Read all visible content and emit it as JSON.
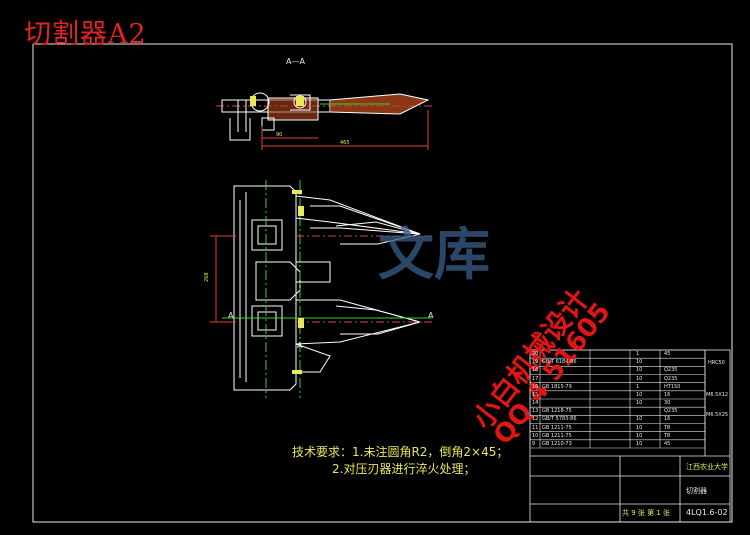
{
  "title": "切割器A2",
  "section_label": "A—A",
  "cut_marks": [
    "A",
    "A",
    "A"
  ],
  "dims": {
    "top_left": "90",
    "top_right": "465",
    "side": "268"
  },
  "tech_req": {
    "line1": "技术要求：1.未注圆角R2，倒角2×45；",
    "line2": "2.对压刃器进行淬火处理；"
  },
  "watermark": {
    "site_text": "文库",
    "red_line1": "小白机械设计",
    "red_line2": "QQ 4 51605"
  },
  "title_block": {
    "school": "江西农业大学",
    "drawing_name": "切割器",
    "drawing_no": "4LQ1.6-02",
    "sheet": "共 9 张 第 1 张",
    "right_notes": [
      "HRC50",
      "M6.5X12",
      "M6.5X25"
    ]
  },
  "bom_rows": [
    {
      "no": "20",
      "code": "",
      "name": "",
      "qty": "1",
      "mat": "45"
    },
    {
      "no": "19",
      "code": "GB/T 6184-86",
      "name": "",
      "qty": "10",
      "mat": ""
    },
    {
      "no": "18",
      "code": "",
      "name": "",
      "qty": "10",
      "mat": "Q235"
    },
    {
      "no": "17",
      "code": "",
      "name": "",
      "qty": "10",
      "mat": "Q235"
    },
    {
      "no": "16",
      "code": "GB 1815-79",
      "name": "",
      "qty": "1",
      "mat": "HT150"
    },
    {
      "no": "15",
      "code": "",
      "name": "",
      "qty": "10",
      "mat": "16"
    },
    {
      "no": "14",
      "code": "",
      "name": "",
      "qty": "10",
      "mat": "30"
    },
    {
      "no": "13",
      "code": "GB 1218-75",
      "name": "",
      "qty": "",
      "mat": "Q235"
    },
    {
      "no": "12",
      "code": "GB/T 5783-86",
      "name": "",
      "qty": "10",
      "mat": "16"
    },
    {
      "no": "11",
      "code": "GB 1211-75",
      "name": "",
      "qty": "10",
      "mat": "T8"
    },
    {
      "no": "10",
      "code": "GB 1211-75",
      "name": "",
      "qty": "10",
      "mat": "T8"
    },
    {
      "no": "9",
      "code": "GB 1210-73",
      "name": "",
      "qty": "10",
      "mat": "45"
    }
  ]
}
